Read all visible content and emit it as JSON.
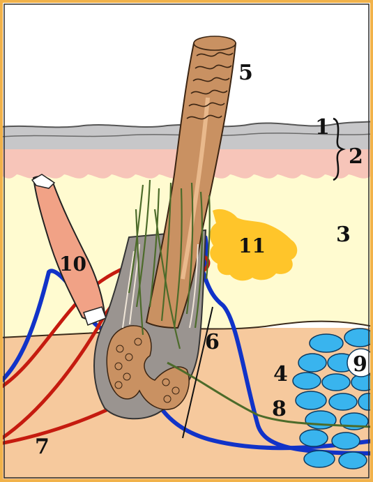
{
  "colors": {
    "frame": "#f1b24a",
    "background": "#ffffff",
    "epidermis_gray": "#c7c7c9",
    "dermis_pink": "#f7c5b9",
    "subcutaneous_yellow": "#fffbd0",
    "deep_tissue": "#f6c99d",
    "hair_shaft": "#c99162",
    "bulb_gray": "#9a9490",
    "artery_red": "#c51b0f",
    "vein_blue": "#1133c8",
    "nerve_green": "#4c6b2a",
    "gland_orange": "#ffc52a",
    "fat_cells_cyan": "#39b4ee",
    "muscle_pink": "#f1a286"
  },
  "labels": {
    "l1": "1",
    "l2": "2",
    "l3": "3",
    "l4": "4",
    "l5": "5",
    "l6": "6",
    "l7": "7",
    "l8": "8",
    "l9": "9",
    "l10": "10",
    "l11": "11"
  }
}
